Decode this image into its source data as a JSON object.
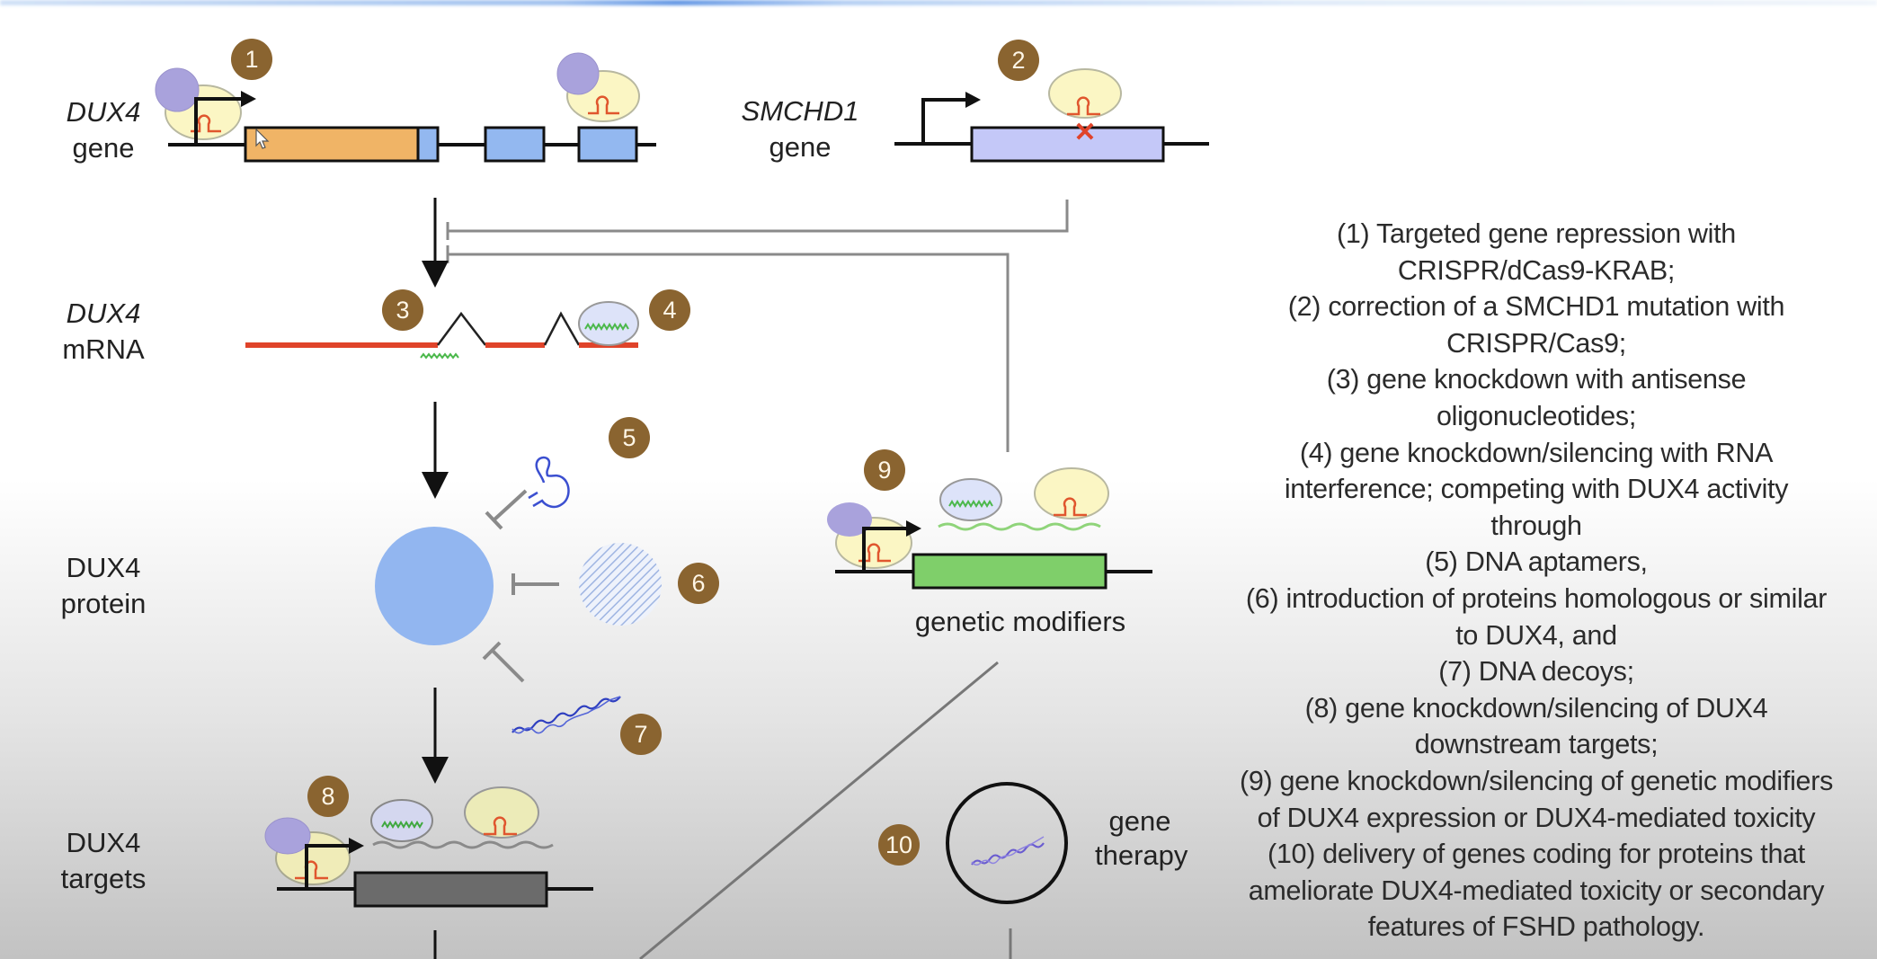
{
  "labels": {
    "dux4_gene": {
      "line1": "DUX4",
      "line2": "gene"
    },
    "smchd1_gene": {
      "line1": "SMCHD1",
      "line2": "gene"
    },
    "dux4_mrna": {
      "line1": "DUX4",
      "line2": "mRNA"
    },
    "dux4_protein": {
      "line1": "DUX4",
      "line2": "protein"
    },
    "dux4_targets": {
      "line1": "DUX4",
      "line2": "targets"
    },
    "genetic_modifiers": "genetic modifiers",
    "gene_therapy": {
      "line1": "gene",
      "line2": "therapy"
    }
  },
  "badges": [
    "1",
    "2",
    "3",
    "4",
    "5",
    "6",
    "7",
    "8",
    "9",
    "10"
  ],
  "legend": {
    "lines": [
      "(1) Targeted gene repression with",
      "CRISPR/dCas9-KRAB;",
      "(2) correction of a SMCHD1 mutation with",
      "CRISPR/Cas9;",
      "(3) gene knockdown with antisense",
      "oligonucleotides;",
      "(4) gene knockdown/silencing with RNA",
      "interference; competing with DUX4 activity",
      "through",
      "(5) DNA aptamers,",
      "(6) introduction of proteins homologous or similar",
      "to DUX4, and",
      "(7) DNA decoys;",
      "(8) gene knockdown/silencing of DUX4",
      "downstream targets;",
      "(9) gene knockdown/silencing of genetic modifiers",
      "of DUX4 expression or DUX4-mediated toxicity",
      "(10) delivery of genes coding for proteins that",
      "ameliorate DUX4-mediated toxicity or secondary",
      "features of FSHD pathology."
    ]
  },
  "colors": {
    "badge": "#8a6430",
    "dux4_exon_orange": "#f0b466",
    "exon_blue": "#93b8f0",
    "smchd1_exon": "#c4c8f8",
    "mrna_red": "#e0432a",
    "protein_blue": "#92b6f0",
    "modifier_green": "#7fcf6a",
    "target_gray": "#6b6b6b",
    "krab_purple": "#a9a2dc",
    "dcas_yellow": "#fbf6c4",
    "dna_blue": "#2f3fc0"
  }
}
